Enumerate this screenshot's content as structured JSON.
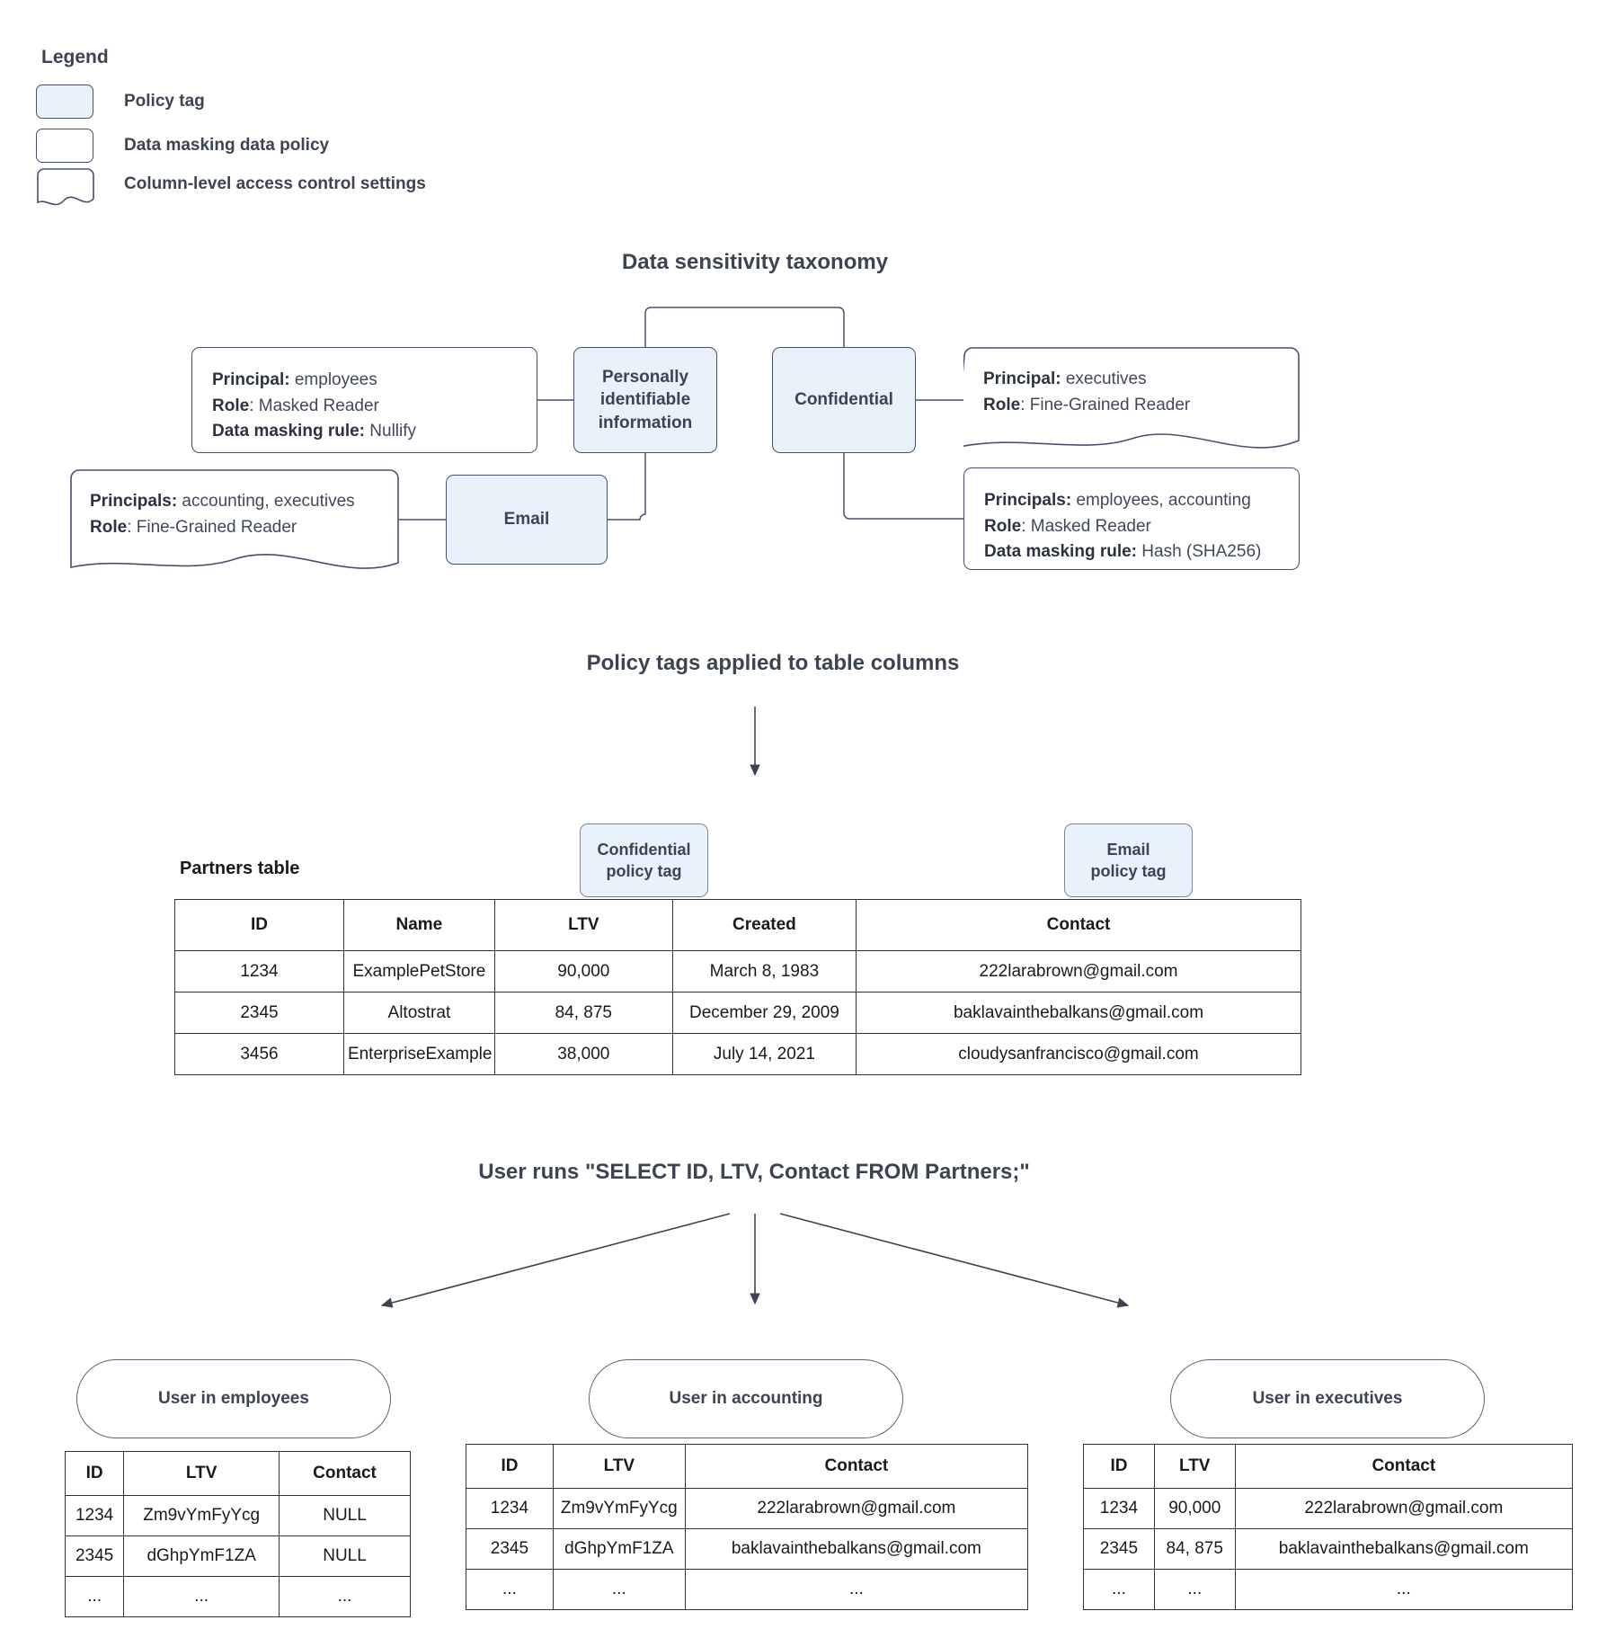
{
  "legend": {
    "title": "Legend",
    "items": [
      {
        "icon": "policy-tag-swatch",
        "label": "Policy tag"
      },
      {
        "icon": "masking-policy-swatch",
        "label": "Data masking data policy"
      },
      {
        "icon": "column-access-swatch",
        "label": "Column-level access control settings"
      }
    ]
  },
  "taxonomy": {
    "heading": "Data sensitivity taxonomy",
    "nodes": {
      "pii": "Personally identifiable information",
      "confidential": "Confidential",
      "email": "Email"
    },
    "pii_masking_policy": {
      "principal_label": "Principal:",
      "principal_value": " employees",
      "role_label": "Role",
      "role_value": ": Masked Reader",
      "rule_label": "Data masking rule:",
      "rule_value": " Nullify"
    },
    "email_access_policy": {
      "principal_label": "Principals:",
      "principal_value": " accounting, executives",
      "role_label": "Role",
      "role_value": ": Fine-Grained Reader"
    },
    "confidential_access_policy": {
      "principal_label": "Principal:",
      "principal_value": " executives",
      "role_label": "Role",
      "role_value": ": Fine-Grained Reader"
    },
    "confidential_masking_policy": {
      "principal_label": "Principals:",
      "principal_value": " employees, accounting",
      "role_label": "Role",
      "role_value": ": Masked Reader",
      "rule_label": "Data masking rule:",
      "rule_value": " Hash (SHA256)"
    }
  },
  "applied": {
    "heading": "Policy tags applied to table columns",
    "table_label": "Partners table",
    "tags": [
      {
        "name": "confidential-policy-tag",
        "line1": "Confidential",
        "line2": "policy tag"
      },
      {
        "name": "email-policy-tag",
        "line1": "Email",
        "line2": "policy tag"
      }
    ]
  },
  "partners_table": {
    "columns": [
      "ID",
      "Name",
      "LTV",
      "Created",
      "Contact"
    ],
    "rows": [
      [
        "1234",
        "ExamplePetStore",
        "90,000",
        "March 8, 1983",
        "222larabrown@gmail.com"
      ],
      [
        "2345",
        "Altostrat",
        "84, 875",
        "December 29, 2009",
        "baklavainthebalkans@gmail.com"
      ],
      [
        "3456",
        "EnterpriseExample",
        "38,000",
        "July 14, 2021",
        "cloudysanfrancisco@gmail.com"
      ]
    ]
  },
  "query": {
    "heading": "User runs \"SELECT ID, LTV, Contact FROM Partners;\""
  },
  "results": [
    {
      "pill": "User in employees",
      "columns": [
        "ID",
        "LTV",
        "Contact"
      ],
      "rows": [
        [
          "1234",
          "Zm9vYmFyYcg",
          "NULL"
        ],
        [
          "2345",
          "dGhpYmF1ZA",
          "NULL"
        ],
        [
          "...",
          "...",
          "..."
        ]
      ]
    },
    {
      "pill": "User in accounting",
      "columns": [
        "ID",
        "LTV",
        "Contact"
      ],
      "rows": [
        [
          "1234",
          "Zm9vYmFyYcg",
          "222larabrown@gmail.com"
        ],
        [
          "2345",
          "dGhpYmF1ZA",
          "baklavainthebalkans@gmail.com"
        ],
        [
          "...",
          "...",
          "..."
        ]
      ]
    },
    {
      "pill": "User in executives",
      "columns": [
        "ID",
        "LTV",
        "Contact"
      ],
      "rows": [
        [
          "1234",
          "90,000",
          "222larabrown@gmail.com"
        ],
        [
          "2345",
          "84, 875",
          "baklavainthebalkans@gmail.com"
        ],
        [
          "...",
          "...",
          "..."
        ]
      ]
    }
  ],
  "colors": {
    "policy_tag_fill": "#e9f1fb",
    "stroke": "#48506b",
    "heading_text": "#3c4451",
    "table_border": "#333333"
  }
}
